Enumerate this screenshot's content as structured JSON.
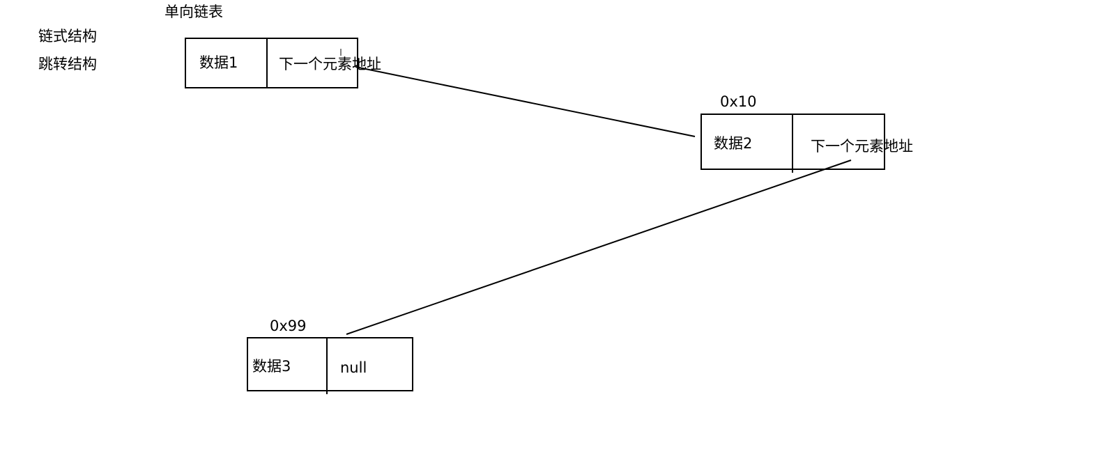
{
  "title": "单向链表",
  "side_labels": [
    "链式结构",
    "跳转结构"
  ],
  "nodes": [
    {
      "address": "",
      "data": "数据1",
      "next": "下一个元素地址"
    },
    {
      "address": "0x10",
      "data": "数据2",
      "next": "下一个元素地址"
    },
    {
      "address": "0x99",
      "data": "数据3",
      "next": "null"
    }
  ]
}
